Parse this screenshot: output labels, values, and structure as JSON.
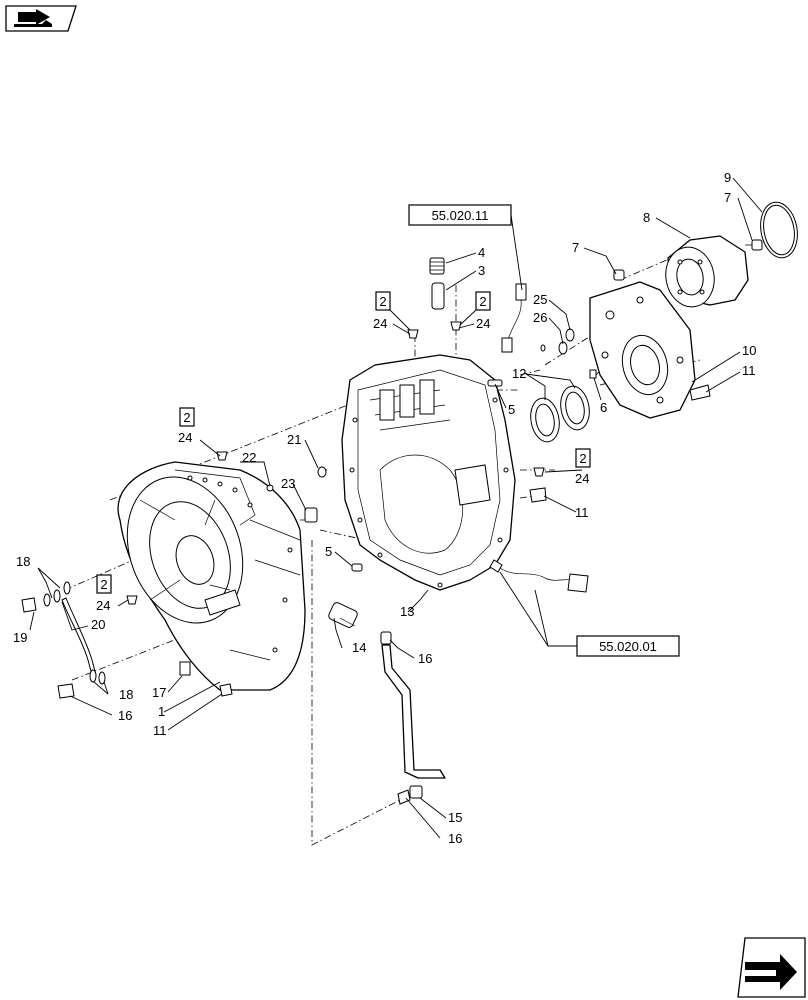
{
  "callouts": [
    {
      "id": "c4",
      "text": "4"
    },
    {
      "id": "c3",
      "text": "3"
    },
    {
      "id": "c24a",
      "text": "24"
    },
    {
      "id": "c24b",
      "text": "24"
    },
    {
      "id": "c5a",
      "text": "5"
    },
    {
      "id": "c21",
      "text": "21"
    },
    {
      "id": "c22",
      "text": "22"
    },
    {
      "id": "c23",
      "text": "23"
    },
    {
      "id": "c24c",
      "text": "24"
    },
    {
      "id": "c5b",
      "text": "5"
    },
    {
      "id": "c18a",
      "text": "18"
    },
    {
      "id": "c19",
      "text": "19"
    },
    {
      "id": "c20",
      "text": "20"
    },
    {
      "id": "c24d",
      "text": "24"
    },
    {
      "id": "c18b",
      "text": "18"
    },
    {
      "id": "c16a",
      "text": "16"
    },
    {
      "id": "c17",
      "text": "17"
    },
    {
      "id": "c1",
      "text": "1"
    },
    {
      "id": "c11a",
      "text": "11"
    },
    {
      "id": "c14",
      "text": "14"
    },
    {
      "id": "c16b",
      "text": "16"
    },
    {
      "id": "c13",
      "text": "13"
    },
    {
      "id": "c15",
      "text": "15"
    },
    {
      "id": "c16c",
      "text": "16"
    },
    {
      "id": "c9",
      "text": "9"
    },
    {
      "id": "c7a",
      "text": "7"
    },
    {
      "id": "c8",
      "text": "8"
    },
    {
      "id": "c7b",
      "text": "7"
    },
    {
      "id": "c25",
      "text": "25"
    },
    {
      "id": "c26",
      "text": "26"
    },
    {
      "id": "c12",
      "text": "12"
    },
    {
      "id": "c6",
      "text": "6"
    },
    {
      "id": "c10",
      "text": "10"
    },
    {
      "id": "c11b",
      "text": "11"
    },
    {
      "id": "c24e",
      "text": "24"
    },
    {
      "id": "c11c",
      "text": "11"
    }
  ],
  "boxed_refs": [
    {
      "id": "b2a",
      "text": "2"
    },
    {
      "id": "b2b",
      "text": "2"
    },
    {
      "id": "b2c",
      "text": "2"
    },
    {
      "id": "b2d",
      "text": "2"
    },
    {
      "id": "b2e",
      "text": "2"
    }
  ],
  "section_refs": {
    "top": "55.020.11",
    "right": "55.020.01"
  },
  "icons": {
    "top_left": "book-arrow-icon",
    "bottom_right": "next-page-arrow-icon"
  }
}
